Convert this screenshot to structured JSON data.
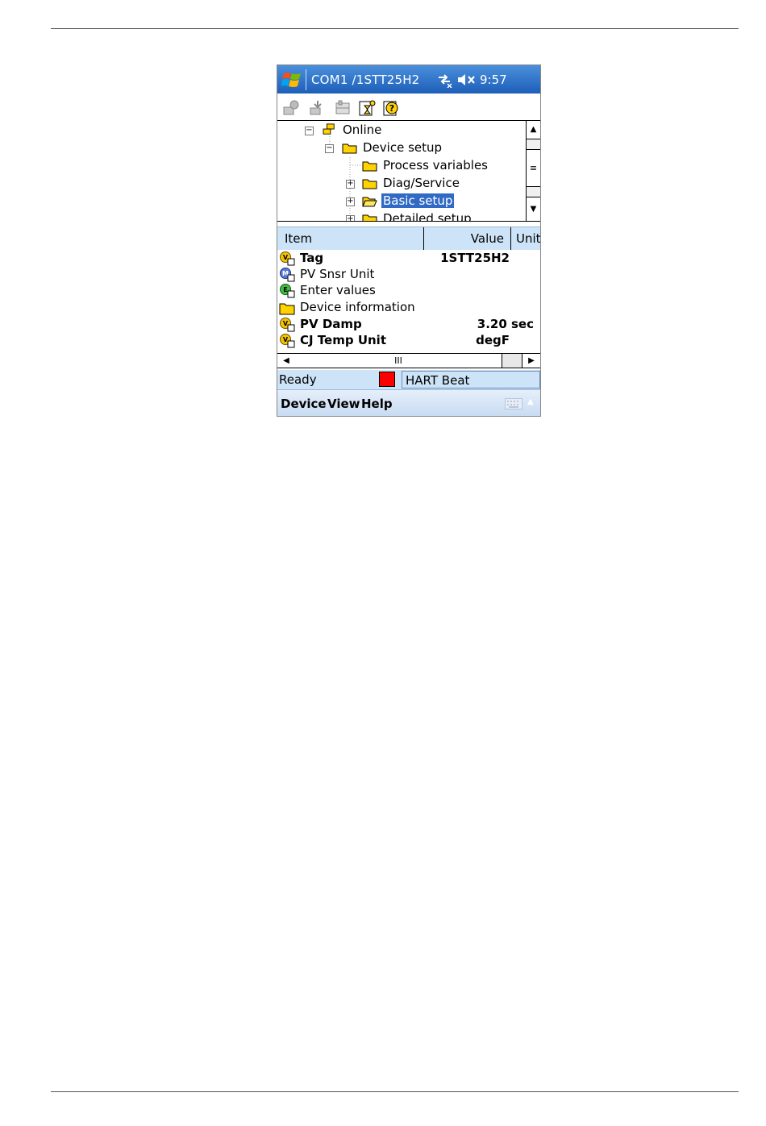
{
  "window": {
    "title": "COM1 /1STT25H2",
    "clock": "9:57"
  },
  "toolbar": {
    "icons": [
      "online-icon",
      "offline-icon",
      "device-icon",
      "save-icon",
      "help-icon"
    ]
  },
  "tree": {
    "items": [
      {
        "label": "Online",
        "icon": "online-node-icon",
        "expander": "−"
      },
      {
        "label": "Device setup",
        "icon": "folder-icon",
        "expander": "−"
      },
      {
        "label": "Process variables",
        "icon": "folder-icon",
        "expander": ""
      },
      {
        "label": "Diag/Service",
        "icon": "folder-icon",
        "expander": "+"
      },
      {
        "label": "Basic setup",
        "icon": "folder-icon",
        "expander": "+",
        "selected": true
      },
      {
        "label": "Detailed setup",
        "icon": "folder-icon",
        "expander": "+"
      }
    ]
  },
  "list": {
    "columns": [
      "Item",
      "Value",
      "Unit"
    ],
    "rows": [
      {
        "label": "Tag",
        "value": "1STT25H2",
        "icon": "variable-icon",
        "bold": true
      },
      {
        "label": "PV Snsr Unit",
        "value": "",
        "icon": "method-icon",
        "bold": false
      },
      {
        "label": "Enter values",
        "value": "",
        "icon": "edit-icon",
        "bold": false
      },
      {
        "label": "Device information",
        "value": "",
        "icon": "folder-icon",
        "bold": false
      },
      {
        "label": "PV Damp",
        "value": "3.20 sec",
        "icon": "variable-icon",
        "bold": true
      },
      {
        "label": "CJ Temp Unit",
        "value": "degF",
        "icon": "variable-icon",
        "bold": true
      }
    ]
  },
  "status": {
    "text": "Ready",
    "hart_label": "HART Beat",
    "heartbeat_color": "#ff0000"
  },
  "menu": {
    "items": [
      "Device",
      "View",
      "Help"
    ]
  },
  "colors": {
    "titlebar": "#1d5fb8",
    "selection": "#316ac5",
    "panel": "#cde3f7"
  }
}
